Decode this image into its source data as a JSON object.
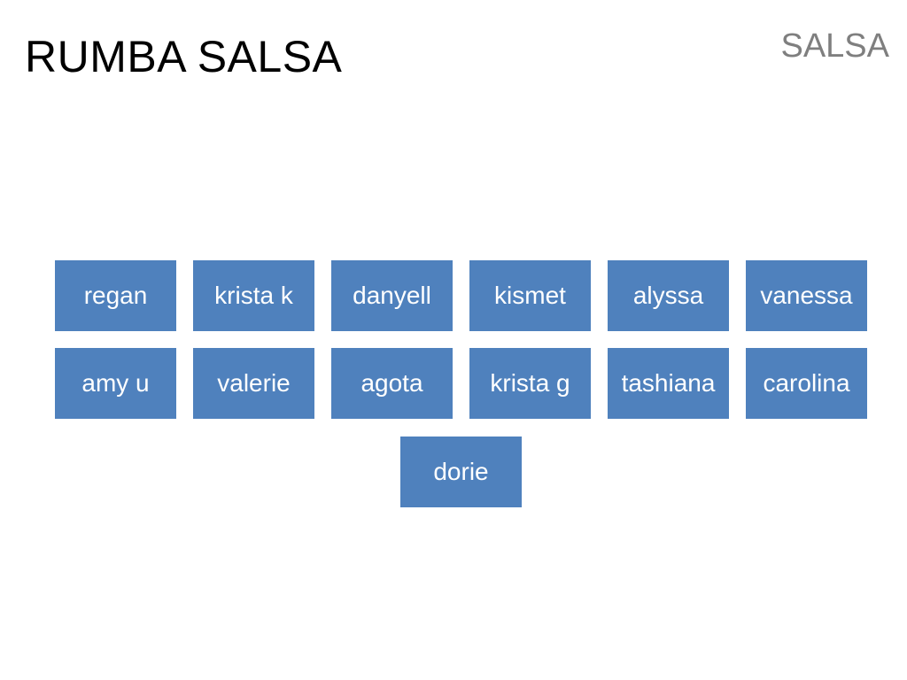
{
  "slide": {
    "title": "RUMBA SALSA",
    "corner_label": "SALSA"
  },
  "groups": {
    "row1": [
      "regan",
      "krista k",
      "danyell",
      "kismet",
      "alyssa",
      "vanessa"
    ],
    "row2": [
      "amy u",
      "valerie",
      "agota",
      "krista g",
      "tashiana",
      "carolina"
    ],
    "row3": [
      "dorie"
    ]
  },
  "colors": {
    "box_fill": "#4f81bd",
    "box_text": "#ffffff",
    "title_text": "#000000",
    "corner_label_text": "#7f7f7f"
  }
}
